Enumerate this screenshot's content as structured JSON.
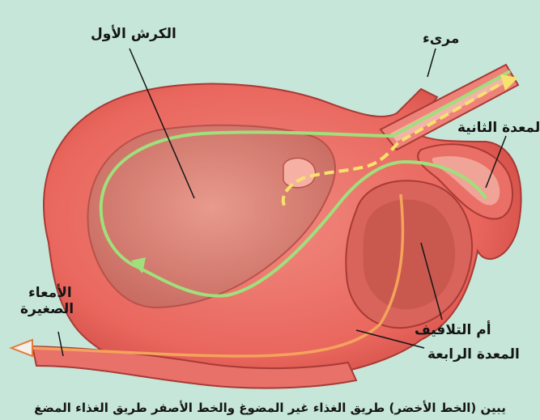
{
  "labels": {
    "rumen": "الكرش الأول",
    "esophagus": "مرىء",
    "reticulum": "المعدة الثانية",
    "intestine_line1": "الأمعاء",
    "intestine_line2": "الصغيرة",
    "omasum": "أم التلافيف",
    "abomasum": "المعدة الرابعة"
  },
  "caption": "يبين (الخط الأخضر) طريق الغذاء غير المضوغ والخط الأصفر طريق الغذاء المضغ"
}
